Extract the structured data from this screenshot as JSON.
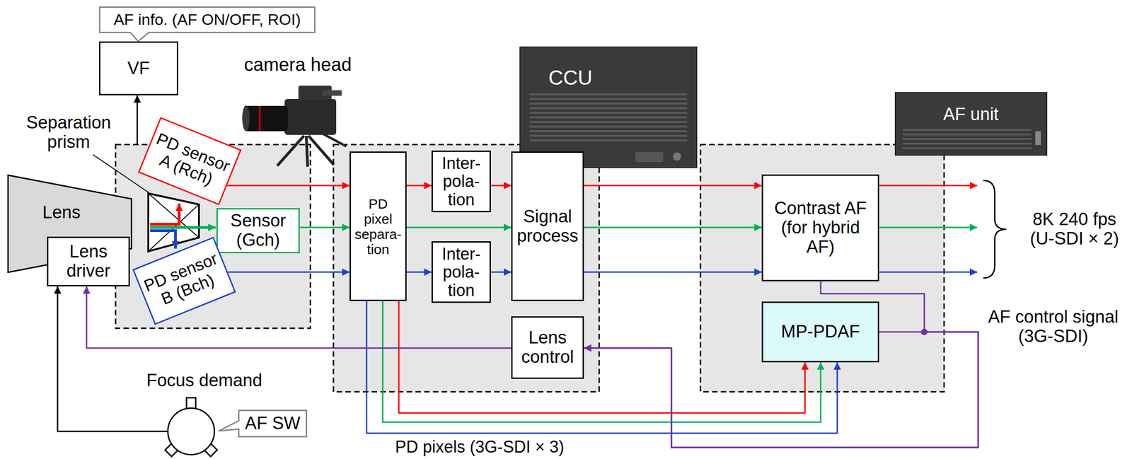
{
  "diagram": {
    "nodes": [
      {
        "text": [
          "AF info. (AF ON/OFF, ROI)"
        ]
      },
      {
        "text": [
          "VF"
        ]
      },
      {
        "text": [
          "camera head"
        ]
      },
      {
        "text": [
          "PD sensor A (Rch)"
        ],
        "in": 2
      },
      {
        "text": [
          "Sensor (Gch)"
        ],
        "in": 2
      },
      {
        "text": [
          "PD sensor B (Bch)"
        ],
        "in": 2
      },
      {
        "text": [
          "Lens"
        ]
      },
      {
        "text": [
          "Lens driver"
        ]
      },
      {
        "text": [
          "CCU"
        ]
      },
      {
        "text": [
          "PD pixel separa- tion"
        ],
        "in": 8
      },
      {
        "text": [
          "Inter- pola- tion"
        ],
        "in": 8
      },
      {
        "text": [
          "Inter- pola- tion"
        ],
        "in": 8
      },
      {
        "text": [
          "Signal process"
        ],
        "in": 8
      },
      {
        "text": [
          "Lens control"
        ],
        "in": 8
      },
      {
        "text": [
          "AF unit"
        ]
      },
      {
        "text": [
          "Contrast AF (for hybrid AF)"
        ],
        "in": 14
      },
      {
        "text": [
          "MP-PDAF"
        ],
        "in": 14
      },
      {
        "text": [
          "Focus demand"
        ]
      },
      {
        "text": [
          "AF SW"
        ]
      }
    ],
    "edges": [
      {
        "from": 2,
        "to": 1,
        "arrow": "to"
      },
      {
        "from": 3,
        "to": 9,
        "arrow": "to"
      },
      {
        "from": 4,
        "to": 9,
        "arrow": "to"
      },
      {
        "from": 5,
        "to": 9,
        "arrow": "to"
      },
      {
        "from": 9,
        "to": 10,
        "arrow": "to"
      },
      {
        "from": 10,
        "to": 12,
        "arrow": "to"
      },
      {
        "from": 9,
        "to": 12,
        "arrow": "to"
      },
      {
        "from": 9,
        "to": 11,
        "arrow": "to"
      },
      {
        "from": 11,
        "to": 12,
        "arrow": "to"
      },
      {
        "from": 12,
        "to": 15,
        "arrow": "to"
      },
      {
        "from": 12,
        "to": 15,
        "arrow": "to"
      },
      {
        "from": 12,
        "to": 15,
        "arrow": "to"
      },
      {
        "from": 9,
        "to": 16,
        "arrow": "to"
      },
      {
        "from": 9,
        "to": 16,
        "arrow": "to"
      },
      {
        "from": 9,
        "to": 16,
        "arrow": "to"
      },
      {
        "from": 16,
        "to": 13,
        "arrow": "to"
      },
      {
        "from": 15,
        "to": 13,
        "arrow": "to"
      },
      {
        "from": 13,
        "to": 7,
        "arrow": "to"
      },
      {
        "from": 17,
        "to": 7,
        "arrow": "to"
      }
    ],
    "labels": [
      "Separation prism",
      "8K 240 fps (U-SDI × 2)",
      "AF control signal (3G-SDI)",
      "PD pixels (3G-SDI × 3)"
    ]
  }
}
